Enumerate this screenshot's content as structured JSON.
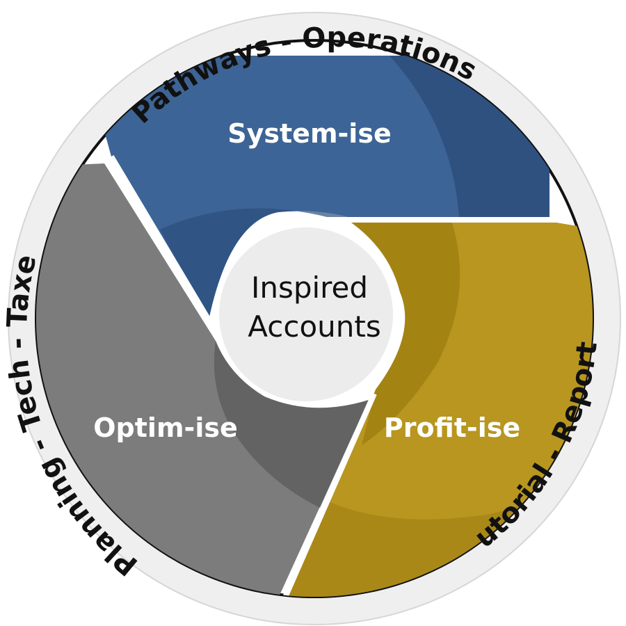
{
  "diagram": {
    "outer_ring": [
      {
        "id": "top",
        "label": "Pathways - Operations"
      },
      {
        "id": "left",
        "label": "Planning - Tech - Taxes"
      },
      {
        "id": "right",
        "label": "Tutorial - Reports"
      }
    ],
    "segments": [
      {
        "id": "system",
        "label": "System-ise",
        "color": "#3d6496",
        "dark": "#2b4d7c"
      },
      {
        "id": "profit",
        "label": "Profit-ise",
        "color": "#b8961f",
        "dark": "#9c7d10"
      },
      {
        "id": "optim",
        "label": "Optim-ise",
        "color": "#7c7c7c",
        "dark": "#5f5f5f"
      }
    ],
    "center": {
      "line1": "Inspired",
      "line2": "Accounts"
    },
    "colors": {
      "ring": "#efefef",
      "border": "#111111"
    }
  }
}
